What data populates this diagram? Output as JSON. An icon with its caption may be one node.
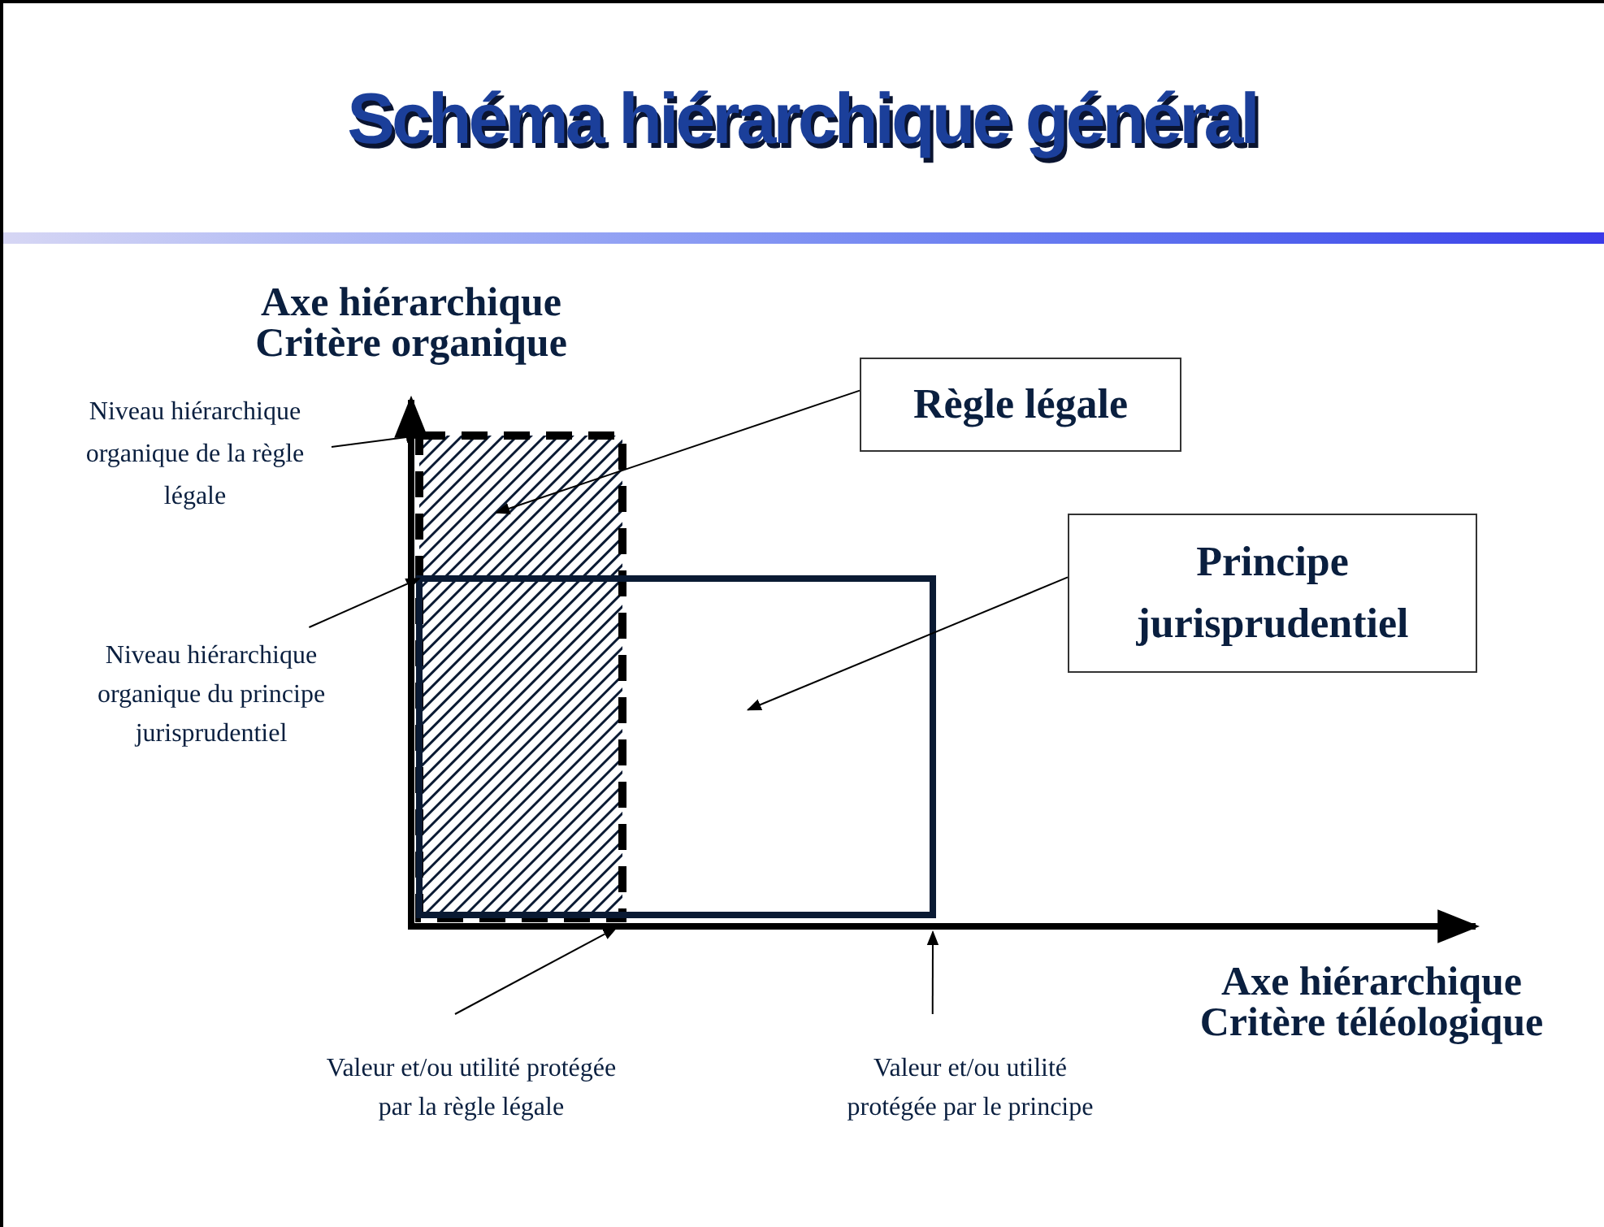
{
  "diagram": {
    "title": "Schéma hiérarchique général",
    "nodes": [
      {
        "text": [
          "Règle légale"
        ]
      },
      {
        "text": [
          "Principe jurisprudentiel"
        ]
      },
      {
        "text": [],
        "shape": "box"
      },
      {
        "text": [],
        "shape": "box"
      },
      {
        "text": [
          "Niveau hiérarchique organique de la règle légale"
        ]
      },
      {
        "text": [
          "Niveau hiérarchique organique du principe jurisprudentiel"
        ]
      },
      {
        "text": [
          "Valeur et/ou utilité protégée par la règle légale"
        ]
      },
      {
        "text": [
          "Valeur et/ou utilité protégée par le principe"
        ]
      }
    ],
    "edges": [
      {
        "from": 0,
        "to": 2,
        "arrow": "to"
      },
      {
        "from": 1,
        "to": 3,
        "arrow": "to"
      },
      {
        "from": 4,
        "to": 2,
        "arrow": "to"
      },
      {
        "from": 5,
        "to": 3,
        "arrow": "to"
      },
      {
        "from": 6,
        "to": 2,
        "arrow": "to"
      },
      {
        "from": 7,
        "to": 3,
        "arrow": "to"
      }
    ],
    "labels": [
      "Axe hiérarchique Critère organique",
      "Axe hiérarchique Critère téléologique"
    ]
  }
}
